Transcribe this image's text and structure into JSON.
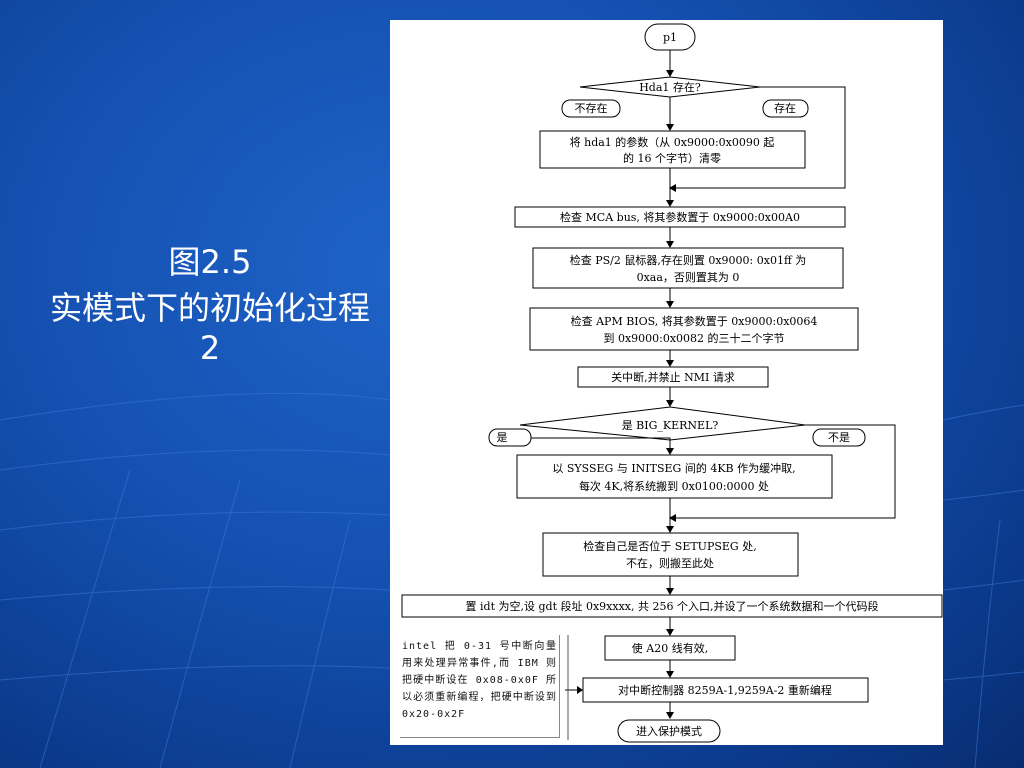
{
  "caption": {
    "figure": "图2.5",
    "description": "实模式下的初始化过程2"
  },
  "flowchart": {
    "start": "p1",
    "decision_hda1": "Hda1 存在?",
    "branch_not_exist": "不存在",
    "branch_exist": "存在",
    "clear_hda1_line1": "将 hda1 的参数（从 0x9000:0x0090 起",
    "clear_hda1_line2": "的 16 个字节）清零",
    "check_mca": "检查 MCA bus, 将其参数置于 0x9000:0x00A0",
    "check_ps2_line1": "检查 PS/2 鼠标器,存在则置 0x9000: 0x01ff 为",
    "check_ps2_line2": "0xaa，否则置其为 0",
    "check_apm_line1": "检查 APM BIOS, 将其参数置于 0x9000:0x0064",
    "check_apm_line2": "到 0x9000:0x0082 的三十二个字节",
    "disable_int": "关中断,并禁止 NMI 请求",
    "decision_big": "是 BIG_KERNEL?",
    "branch_yes": "是",
    "branch_no": "不是",
    "buffer_line1": "以 SYSSEG 与 INITSEG 间的 4KB 作为缓冲取,",
    "buffer_line2": "每次 4K,将系统搬到 0x0100:0000 处",
    "check_self_line1": "检查自己是否位于 SETUPSEG 处,",
    "check_self_line2": "不在，则搬至此处",
    "set_idt_gdt": "置 idt 为空,设 gdt 段址 0x9xxxx, 共 256 个入口,并设了一个系统数据和一个代码段",
    "enable_a20": "使 A20 线有效,",
    "reprogram_pic": "对中断控制器 8259A-1,9259A-2 重新编程",
    "end": "进入保护模式"
  },
  "note": "intel 把 0-31 号中断向量用来处理异常事件,而 IBM 则把硬中断设在 0x08-0x0F 所以必须重新编程，把硬中断设到 0x20-0x2F"
}
